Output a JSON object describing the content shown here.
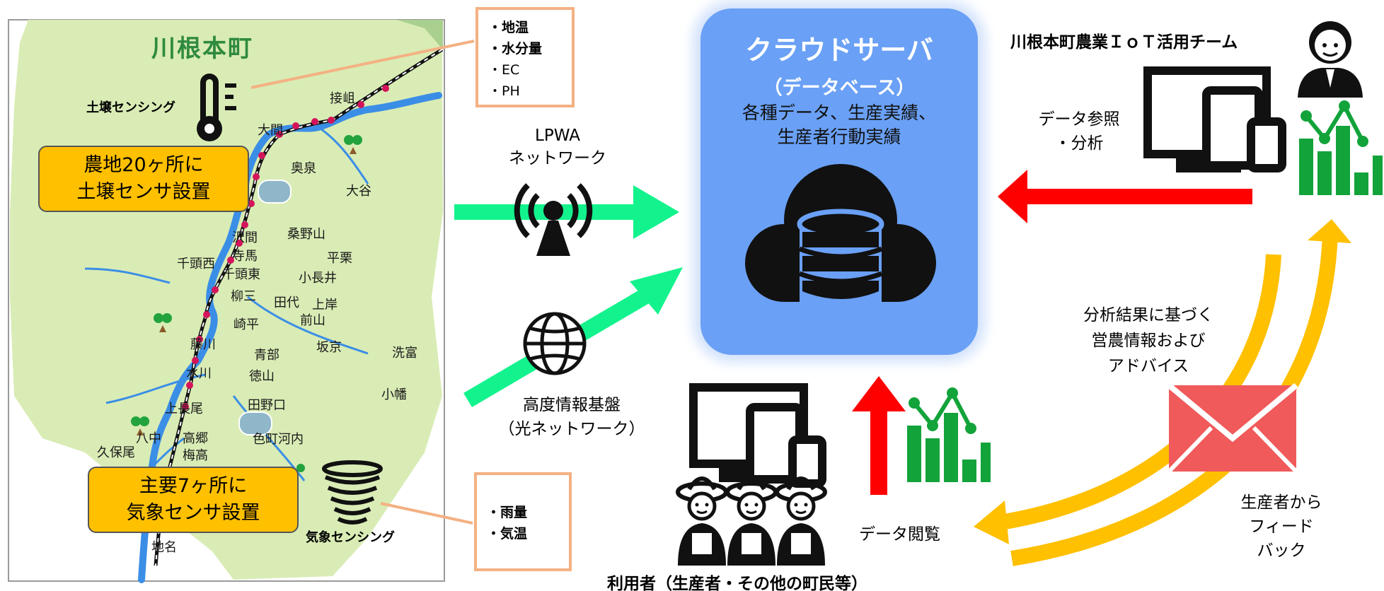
{
  "map": {
    "title": "川根本町",
    "soil_sensing_label": "土壌センシング",
    "weather_sensing_label": "気象センシング",
    "places": [
      "接岨",
      "大間",
      "奥泉",
      "大谷",
      "沢間",
      "桑野山",
      "寺馬",
      "千頭西",
      "千頭東",
      "平栗",
      "小長井",
      "柳三",
      "田代",
      "上岸",
      "前山",
      "崎平",
      "藤川",
      "坂京",
      "青部",
      "洗富",
      "水川",
      "徳山",
      "小幡",
      "上長尾",
      "田野口",
      "八中",
      "高郷",
      "色町河内",
      "久保尾",
      "梅高",
      "地名"
    ],
    "soil_box": {
      "line1": "農地20ヶ所に",
      "line2": "土壌センサ設置"
    },
    "weather_box": {
      "line1": "主要7ヶ所に",
      "line2": "気象センサ設置"
    }
  },
  "soil_callout": [
    "・地温",
    "・水分量",
    "・EC",
    "・PH"
  ],
  "weather_callout": [
    "・雨量",
    "・気温"
  ],
  "network": {
    "lpwa_line1": "LPWA",
    "lpwa_line2": "ネットワーク",
    "fiber_line1": "高度情報基盤",
    "fiber_line2": "（光ネットワーク）"
  },
  "cloud": {
    "title": "クラウドサーバ",
    "subtitle": "（データベース）",
    "desc_line1": "各種データ、生産実績、",
    "desc_line2": "生産者行動実績"
  },
  "team": {
    "name": "川根本町農業ＩｏＴ活用チーム",
    "ref_line1": "データ参照",
    "ref_line2": "・分析"
  },
  "advice": {
    "line1": "分析結果に基づく",
    "line2": "営農情報および",
    "line3": "アドバイス"
  },
  "feedback": {
    "line1": "生産者から",
    "line2": "フィード",
    "line3": "バック"
  },
  "users": {
    "view_label": "データ閲覧",
    "caption": "利用者（生産者・その他の町民等）"
  },
  "colors": {
    "map_green": "#d9ecb5",
    "river": "#3b8ee6",
    "highlight_yellow": "#ffc000",
    "cloud_blue": "#6aa0f5",
    "arrow_green": "#13f38d",
    "arrow_red": "#ff0000",
    "arrow_orange": "#ffc000",
    "mail_red": "#f05a5a",
    "chart_green": "#12a33a",
    "callout_border": "#f4b183"
  }
}
